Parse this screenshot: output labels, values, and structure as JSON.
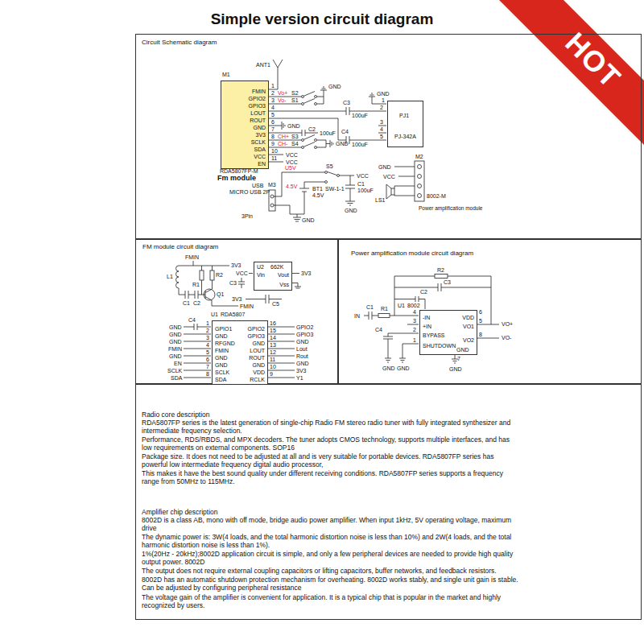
{
  "diagram": {
    "title": "Simple version circuit diagram",
    "nodes": [
      {
        "text": [
          "Circuit Schematic diagram"
        ]
      },
      {
        "text": [
          "FMIN",
          "GPIO2",
          "GPIO3",
          "LOUT",
          "ROUT",
          "GND",
          "3V3",
          "SCLK",
          "SDA",
          "VCC",
          "EN"
        ],
        "in": 0
      },
      {
        "text": [
          "PJ1",
          "PJ-342A"
        ],
        "in": 0
      },
      {
        "text": [
          "FM module circuit diagram"
        ]
      },
      {
        "text": [
          "U2",
          "662K",
          "Vin",
          "Vout",
          "Vss"
        ],
        "in": 3
      },
      {
        "text": [
          "GPIO1",
          "GND",
          "RFGND",
          "FMIN",
          "GND",
          "GND",
          "SCLK",
          "SDA",
          "GPIO2",
          "GPIO3",
          "GND",
          "LOUT",
          "ROUT",
          "GND",
          "VDD",
          "RCLK"
        ],
        "in": 3
      },
      {
        "text": [
          "Power amplification module circuit diagram"
        ]
      },
      {
        "text": [
          "-IN",
          "+IN",
          "BYPASS",
          "SHUTDOWN",
          "VDD",
          "VO1",
          "VO2",
          "GND"
        ],
        "in": 6
      },
      {
        "text": [
          "Radio core description",
          "RDA5807FP series is the latest generation of single-chip Radio FM stereo radio tuner with fully integrated synthesizer and intermediate frequency selection.",
          "Performance, RDS/RBDS, and MPX decoders. The tuner adopts CMOS technology, supports multiple interfaces, and has low requirements on external components. SOP16",
          "Package size. It does not need to be adjusted at all and is very suitable for portable devices. RDA5807FP series has powerful low intermediate frequency digital audio processor,",
          "This makes it have the best sound quality under different receiving conditions. RDA5807FP series supports a frequency range from 50MHz to 115MHz.",
          "Amplifier chip description",
          "8002D is a class AB, mono with off mode, bridge audio power amplifier. When input 1kHz, 5V operating voltage, maximum drive",
          "The dynamic power is: 3W(4 loads, and the total harmonic distortion noise is less than 10%) and 2W(4 loads, and the total harmonic distortion noise is less than 1%).",
          "1%(20Hz - 20kHz);8002D application circuit is simple, and only a few peripheral devices are needed to provide high quality output power. 8002D",
          "The output does not require external coupling capacitors or lifting capacitors, buffer networks, and feedback resistors.",
          "8002D has an automatic shutdown protection mechanism for overheating. 8002D works stably, and single unit gain is stable. Can be adjusted by configuring peripheral resistance",
          "The voltage gain of the amplifier is convenient for application. It is a typical chip that is popular in the market and highly recognized by users."
        ]
      }
    ],
    "labels": [
      "ANT1",
      "M1",
      "1",
      "2",
      "3",
      "4",
      "5",
      "6",
      "7",
      "8",
      "9",
      "10",
      "11",
      "Vo+",
      "S2",
      "Vo-",
      "S1",
      "GND",
      "C3",
      "100uF",
      "C4",
      "100uF",
      "GND",
      "1",
      "2",
      "3",
      "4",
      "5",
      "GND",
      "C2",
      "100uF",
      "CH+",
      "S3",
      "CH-",
      "S4",
      "GND",
      "VCC",
      "VCC",
      "RDA5807FP-M",
      "Fm module",
      "USB",
      "MICRO USB 2P",
      "M3",
      "3Pin",
      "U5V",
      "4.5V",
      "S5",
      "BT1",
      "4.5V",
      "SW-1-1",
      "VCC",
      "C1",
      "100uF",
      "GND",
      "GND",
      "M2",
      "GND",
      "VCC",
      "LS1",
      "8002-M",
      "Power amplification module",
      "FMIN",
      "L1",
      "R1",
      "R2",
      "C1",
      "C2",
      "Q1",
      "3V3",
      "VCC",
      "C3",
      "3V3",
      "3V3",
      "C5",
      "FMIN",
      "U1",
      "RDA5807",
      "C4",
      "1",
      "2",
      "3",
      "4",
      "5",
      "6",
      "7",
      "8",
      "16",
      "15",
      "14",
      "13",
      "12",
      "11",
      "10",
      "9",
      "GND",
      "GND",
      "GND",
      "FMIN",
      "GND",
      "EN",
      "SCLK",
      "SDA",
      "GPIO2",
      "GPIO3",
      "GND",
      "Lout",
      "Rout",
      "GND",
      "3V3",
      "Y1",
      "IN",
      "C1",
      "R1",
      "U1",
      "8002",
      "R2",
      "C3",
      "C2",
      "C4",
      "4",
      "3",
      "2",
      "1",
      "6",
      "5",
      "8",
      "7",
      "VO+",
      "VO-",
      "GND",
      "GND",
      "GND",
      "HOT"
    ]
  }
}
